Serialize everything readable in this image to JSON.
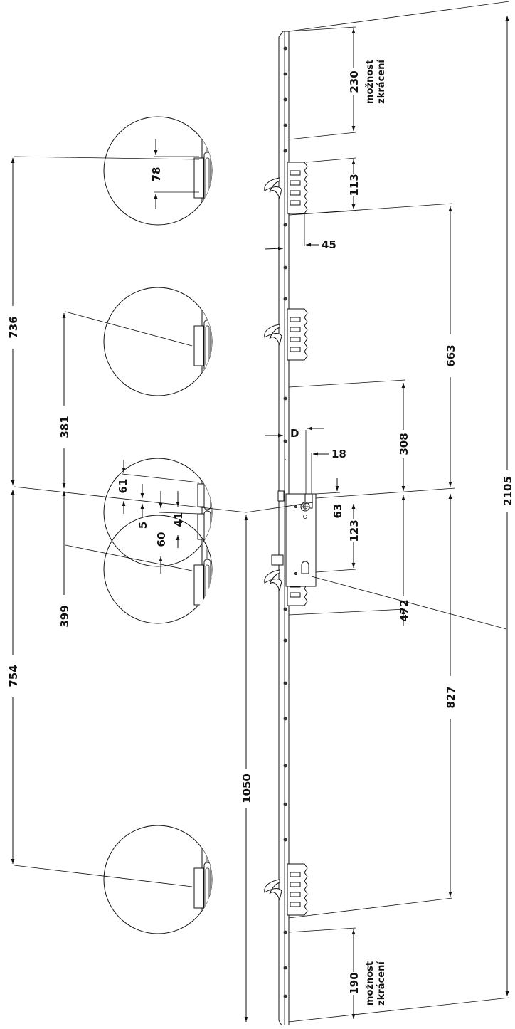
{
  "dimensions": {
    "top_cut": "230",
    "top_cut_note": [
      "možnost",
      "zkrácení"
    ],
    "bottom_cut": "190",
    "bottom_cut_note": [
      "možnost",
      "zkrácení"
    ],
    "latch_height": "113",
    "backset_offset": "45",
    "upper_span": "663",
    "total_length": "2105",
    "lower_span": "827",
    "mid_upper": "308",
    "mid_lower": "472",
    "backset_d": "D",
    "latch_offset": "18",
    "handle_offset": "63",
    "cylinder_distance": "123",
    "left_upper": "736",
    "left_lower": "754",
    "inner_upper": "381",
    "inner_lower": "399",
    "floor_distance": "1050",
    "detail_top_strike": "78",
    "detail_61": "61",
    "detail_5": "5",
    "detail_41": "41",
    "detail_60": "60"
  }
}
